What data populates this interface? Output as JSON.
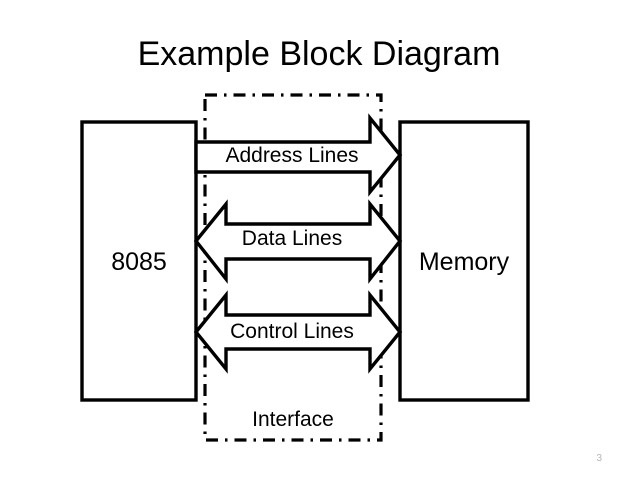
{
  "slide": {
    "title": "Example Block Diagram",
    "page_number": "3",
    "background_color": "#ffffff",
    "stroke_color": "#000000",
    "page_number_color": "#b5b5b5"
  },
  "blocks": [
    {
      "id": "cpu",
      "label": "8085"
    },
    {
      "id": "memory",
      "label": "Memory"
    }
  ],
  "interface": {
    "label": "Interface",
    "border_style": "dash-dot"
  },
  "buses": [
    {
      "id": "address",
      "label": "Address Lines",
      "direction": "right"
    },
    {
      "id": "data",
      "label": "Data Lines",
      "direction": "both"
    },
    {
      "id": "control",
      "label": "Control Lines",
      "direction": "both"
    }
  ]
}
